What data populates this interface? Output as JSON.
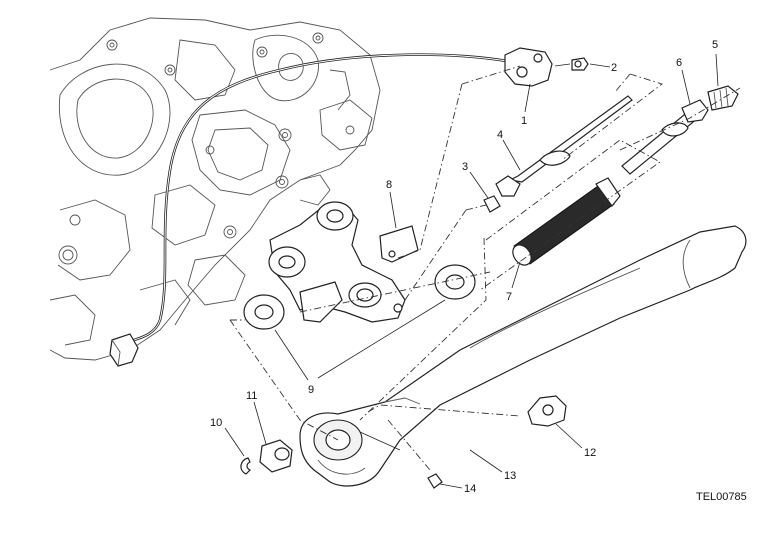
{
  "callouts": [
    {
      "id": "1",
      "text": "1"
    },
    {
      "id": "2",
      "text": "2"
    },
    {
      "id": "3",
      "text": "3"
    },
    {
      "id": "4",
      "text": "4"
    },
    {
      "id": "5",
      "text": "5"
    },
    {
      "id": "6",
      "text": "6"
    },
    {
      "id": "7",
      "text": "7"
    },
    {
      "id": "8",
      "text": "8"
    },
    {
      "id": "9",
      "text": "9"
    },
    {
      "id": "10",
      "text": "10"
    },
    {
      "id": "11",
      "text": "11"
    },
    {
      "id": "12",
      "text": "12"
    },
    {
      "id": "13",
      "text": "13"
    },
    {
      "id": "14",
      "text": "14"
    }
  ],
  "drawing_code": "TEL00785"
}
